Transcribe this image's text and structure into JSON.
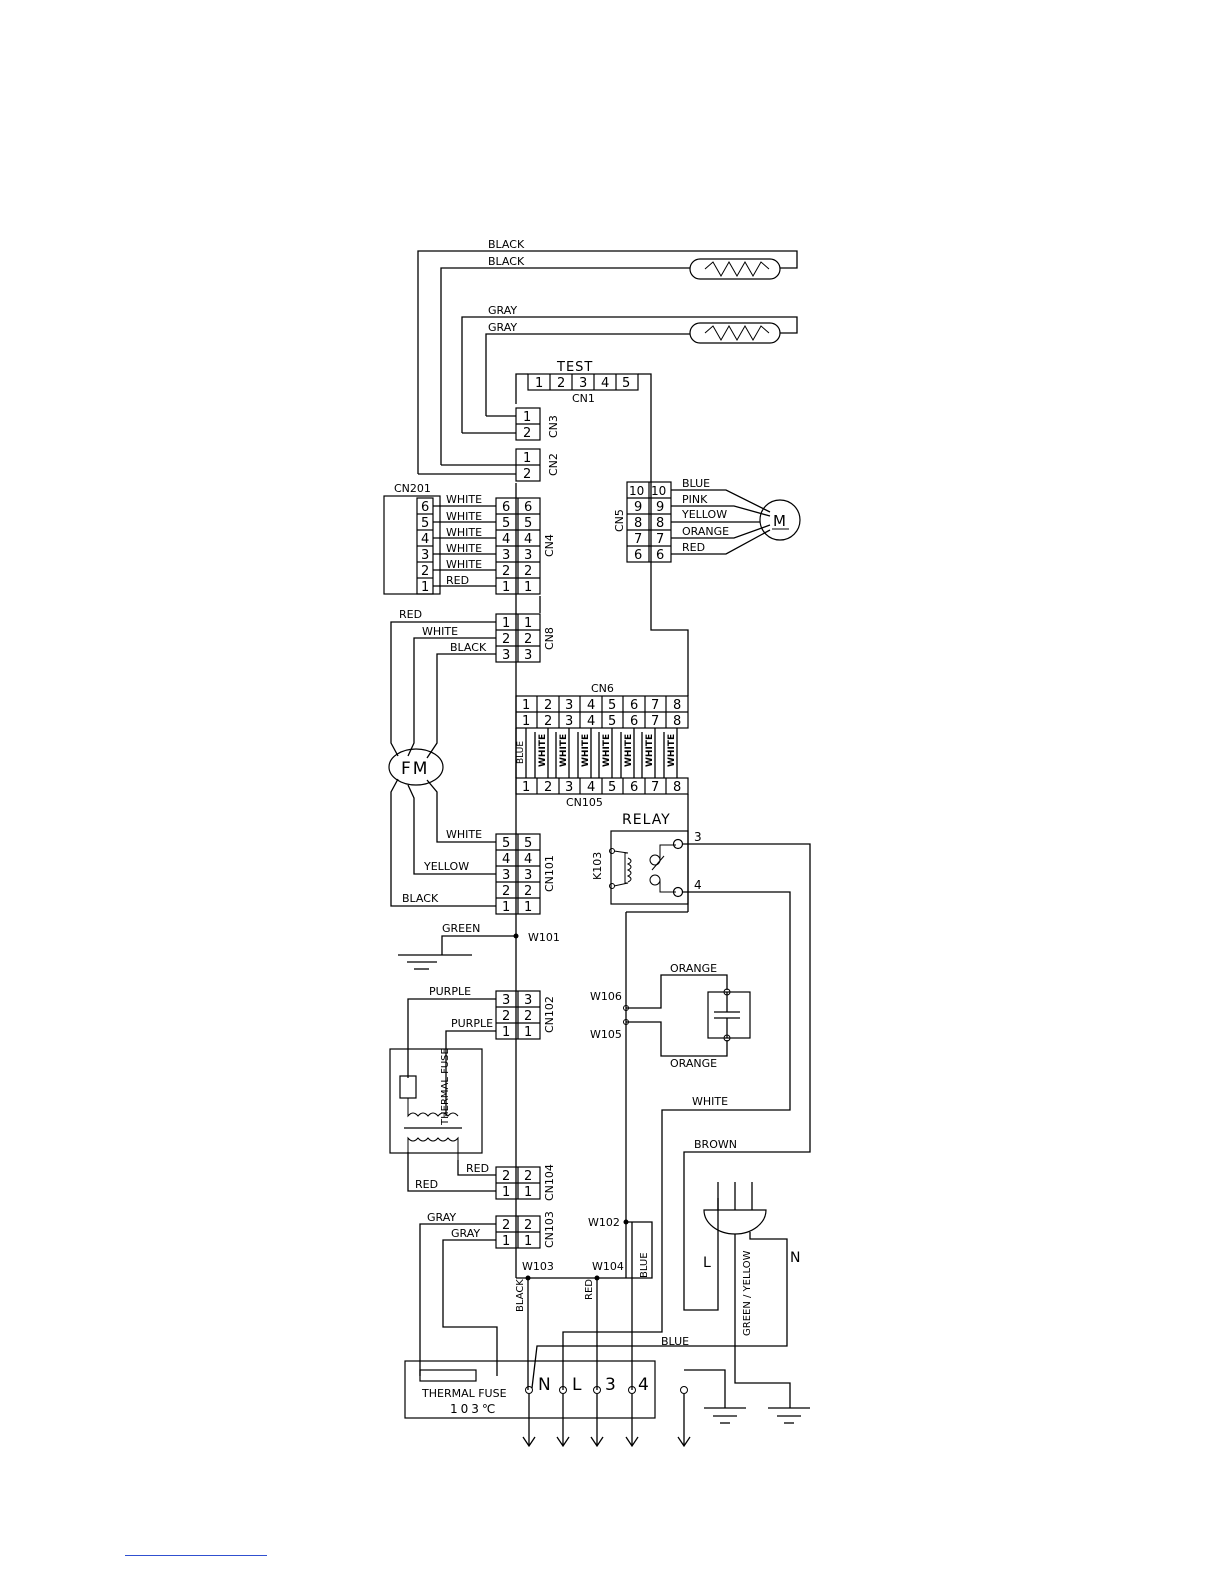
{
  "wires": {
    "black1": "BLACK",
    "black2": "BLACK",
    "gray1": "GRAY",
    "gray2": "GRAY",
    "cn4_6": "WHITE",
    "cn4_5": "WHITE",
    "cn4_4": "WHITE",
    "cn4_3": "WHITE",
    "cn4_2": "WHITE",
    "cn4_1": "RED",
    "cn8_1": "RED",
    "cn8_2": "WHITE",
    "cn8_3": "BLACK",
    "cn5_10": "BLUE",
    "cn5_9": "PINK",
    "cn5_8": "YELLOW",
    "cn5_7": "ORANGE",
    "cn5_6": "RED",
    "cn6_1": "BLUE",
    "cn6_2": "WHITE",
    "cn6_3": "WHITE",
    "cn6_4": "WHITE",
    "cn6_5": "WHITE",
    "cn6_6": "WHITE",
    "cn6_7": "WHITE",
    "cn6_8": "WHITE",
    "cn101_5": "WHITE",
    "cn101_3": "YELLOW",
    "cn101_1": "BLACK",
    "ground": "GREEN",
    "cn102_3": "PURPLE",
    "cn102_1": "PURPLE",
    "cap_top": "ORANGE",
    "cap_bottom": "ORANGE",
    "relay_white": "WHITE",
    "relay_brown": "BROWN",
    "cn104_2": "RED",
    "cn104_1": "RED",
    "cn103_2": "GRAY",
    "cn103_1": "GRAY",
    "term_black": "BLACK",
    "term_red": "RED",
    "w102_blue": "BLUE",
    "plug_blue": "BLUE",
    "plug_ground": "GREEN / YELLOW"
  },
  "connectors": {
    "test": "TEST",
    "cn1": "CN1",
    "cn3": "CN3",
    "cn2": "CN2",
    "cn201": "CN201",
    "cn4": "CN4",
    "cn5": "CN5",
    "cn8": "CN8",
    "cn6": "CN6",
    "cn105": "CN105",
    "cn101": "CN101",
    "cn102": "CN102",
    "cn104": "CN104",
    "cn103": "CN103"
  },
  "components": {
    "fan_motor": "FM",
    "swing_motor": "M",
    "relay": "RELAY",
    "relay_id": "K103",
    "relay_pin3": "3",
    "relay_pin4": "4",
    "thermal_fuse_vertical": "THERMAL FUSE",
    "thermal_fuse_bottom": "THERMAL FUSE",
    "thermal_fuse_temp": "103℃",
    "plug_l": "L",
    "plug_n": "N"
  },
  "nodes": {
    "w101": "W101",
    "w102": "W102",
    "w103": "W103",
    "w104": "W104",
    "w105": "W105",
    "w106": "W106"
  },
  "terminal_block": [
    "N",
    "L",
    "3",
    "4"
  ],
  "pins": {
    "test": [
      "1",
      "2",
      "3",
      "4",
      "5"
    ],
    "cn3": [
      "1",
      "2"
    ],
    "cn2": [
      "1",
      "2"
    ],
    "cn201": [
      "6",
      "5",
      "4",
      "3",
      "2",
      "1"
    ],
    "cn4": [
      "6",
      "5",
      "4",
      "3",
      "2",
      "1"
    ],
    "cn5": [
      "10",
      "9",
      "8",
      "7",
      "6"
    ],
    "cn8": [
      "1",
      "2",
      "3"
    ],
    "cn6": [
      "1",
      "2",
      "3",
      "4",
      "5",
      "6",
      "7",
      "8"
    ],
    "cn101": [
      "5",
      "4",
      "3",
      "2",
      "1"
    ],
    "cn102": [
      "3",
      "2",
      "1"
    ],
    "cn104": [
      "2",
      "1"
    ],
    "cn103": [
      "2",
      "1"
    ]
  }
}
